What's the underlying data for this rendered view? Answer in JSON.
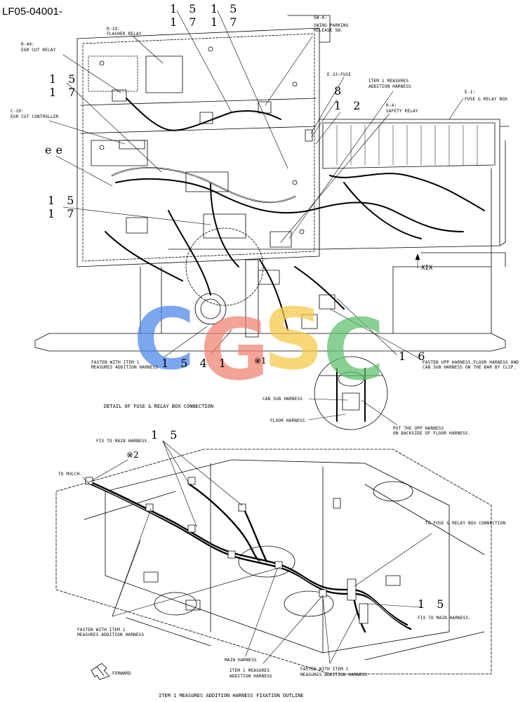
{
  "doc_code": "LF05-04001-",
  "upper_labels": {
    "r19_code": "R-19:",
    "r19_name": "FLASHER RELAY",
    "sw4_code": "SW-4:",
    "sw4_name_1": "SWING PARKING",
    "sw4_name_2": "RELEASE SW.",
    "r49_code": "R-49:",
    "r49_name": "EGR CUT RELAY",
    "e33": "E-33:FUSE",
    "item1_1": "ITEM 1 MEASURES",
    "item1_2": "ADDITION HARNESS",
    "e1_code": "E-1:",
    "e1_name": "FUSE & RELAY BOX",
    "c10_code": "C-10:",
    "c10_name": "EGR CUT CONTROLLER",
    "r4_code": "R-4:",
    "r4_name": "SAFETY RELAY",
    "xix": "XIX",
    "fasten_a_1": "FASTEN WITH ITEM 1",
    "fasten_a_2": "MEASURES ADDITION HARNESS",
    "fasten_upp_1": "FASTEN UPP HARNESS,FLOOR HARNESS AND",
    "fasten_upp_2": "CAB SUB HARNESS ON THE BAR BY CLIP.",
    "cab_sub": "CAB SUB HARNESS",
    "floor": "FLOOR HARNESS",
    "put_upp_1": "PUT THE UPP HARNESS",
    "put_upp_2": "ON BACKSIDE OF FLOOR HARNESS.",
    "detail_caption": "DETAIL OF FUSE & RELAY BOX CONNECTION"
  },
  "callouts": {
    "n15a": "1 5",
    "n17a": "1 7",
    "n15b": "1 5",
    "n17b": "1 7",
    "n15c": "1 5",
    "n17c": "1 7",
    "n8": "8",
    "n12": "1 2",
    "ee": "ee",
    "n15d": "1 5",
    "n17d": "1 7",
    "n1541": "1 5 4 1",
    "x1": "※1",
    "n16": "1 6",
    "n15e": "1 5",
    "x2": "※2",
    "n15f": "1 5"
  },
  "lower_labels": {
    "fix_main_1": "FIX TO MAIN HARNESS.",
    "to_mulch": "TO MULCH.",
    "to_fuse": "TO FUSE & RELAY BOX CONNECTION",
    "fix_main_2": "FIX TO MAIN HARNESS.",
    "fasten_b_1": "FASTEN WITH ITEM 1",
    "fasten_b_2": "MEASURES ADDITION HARNESS",
    "main_harness": "MAIN HARNESS",
    "item1_b_1": "ITEM 1 MEASURES",
    "item1_b_2": "ADDITION HARNESS",
    "fasten_c_1": "FASTEN WITH ITEM 1",
    "fasten_c_2": "MEASURES ADDITION HARNESS",
    "forward": "FORWARD",
    "bottom_caption": "ITEM 1 MEASURES ADDITION HARNESS FIXATION OUTLINE"
  },
  "watermark": {
    "letters": [
      "C",
      "G",
      "S",
      "C"
    ],
    "colors": [
      "#4a86e8",
      "#f08070",
      "#f6c945",
      "#5cbf6a"
    ]
  }
}
